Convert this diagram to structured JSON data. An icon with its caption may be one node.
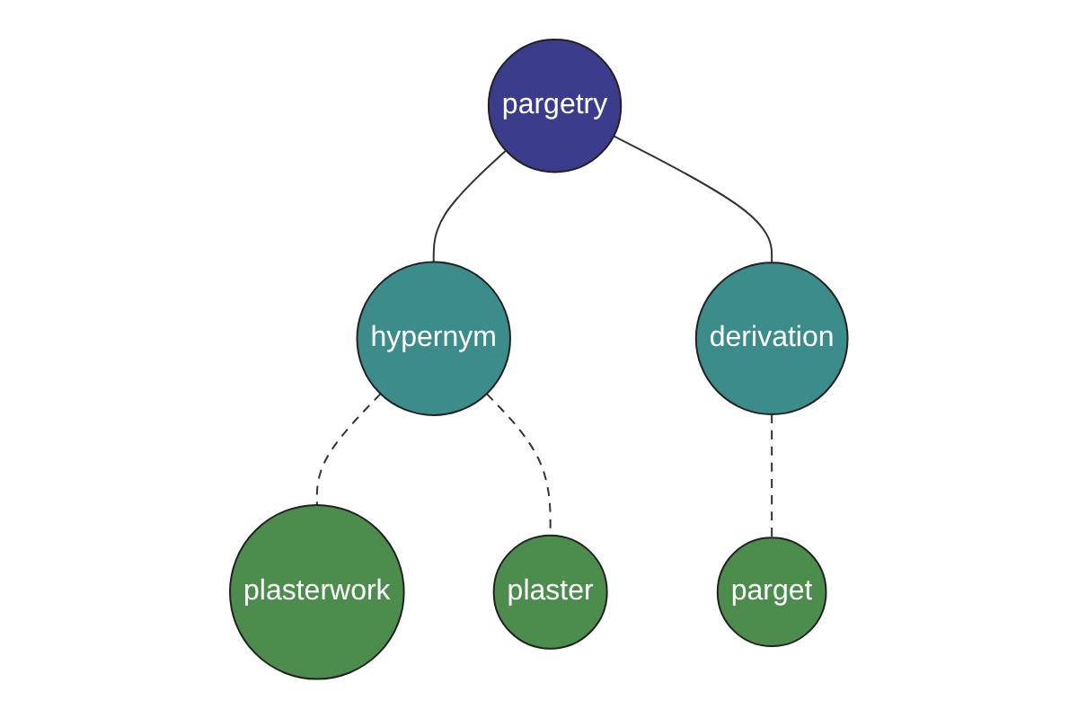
{
  "diagram": {
    "nodes": [
      {
        "text": [
          "pargetry"
        ]
      },
      {
        "text": [
          "hypernym"
        ]
      },
      {
        "text": [
          "derivation"
        ]
      },
      {
        "text": [
          "plasterwork"
        ]
      },
      {
        "text": [
          "plaster"
        ]
      },
      {
        "text": [
          "parget"
        ]
      }
    ],
    "edges": [
      {
        "from": 0,
        "to": 1,
        "arrow": "none"
      },
      {
        "from": 0,
        "to": 2,
        "arrow": "none"
      },
      {
        "from": 1,
        "to": 3,
        "arrow": "none",
        "style": "dashed"
      },
      {
        "from": 1,
        "to": 4,
        "arrow": "none",
        "style": "dashed"
      },
      {
        "from": 2,
        "to": 5,
        "arrow": "none",
        "style": "dashed"
      }
    ]
  }
}
